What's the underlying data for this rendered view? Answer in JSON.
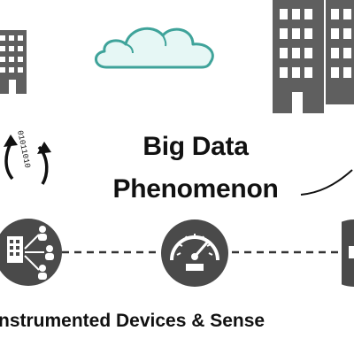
{
  "diagram": {
    "title_line1": "Big Data",
    "title_line2": "Phenomenon",
    "caption": "nstrumented Devices & Sense",
    "binary_stream": "01011010"
  },
  "icons": {
    "top_left": "office-building-icon",
    "top_center": "cloud-icon",
    "top_right": "skyscraper-icon",
    "left_mid": "data-cycle-arrows-icon",
    "node_left": "building-with-people-network-icon",
    "node_center": "gauge-meter-icon",
    "node_right": "sensor-device-icon"
  },
  "colors": {
    "building": "#5f5f5f",
    "cloud_fill": "#e6f7f5",
    "cloud_stroke": "#3fa39a",
    "node_fill": "#4a4a4a",
    "dashes": "#333333",
    "text": "#111111"
  }
}
